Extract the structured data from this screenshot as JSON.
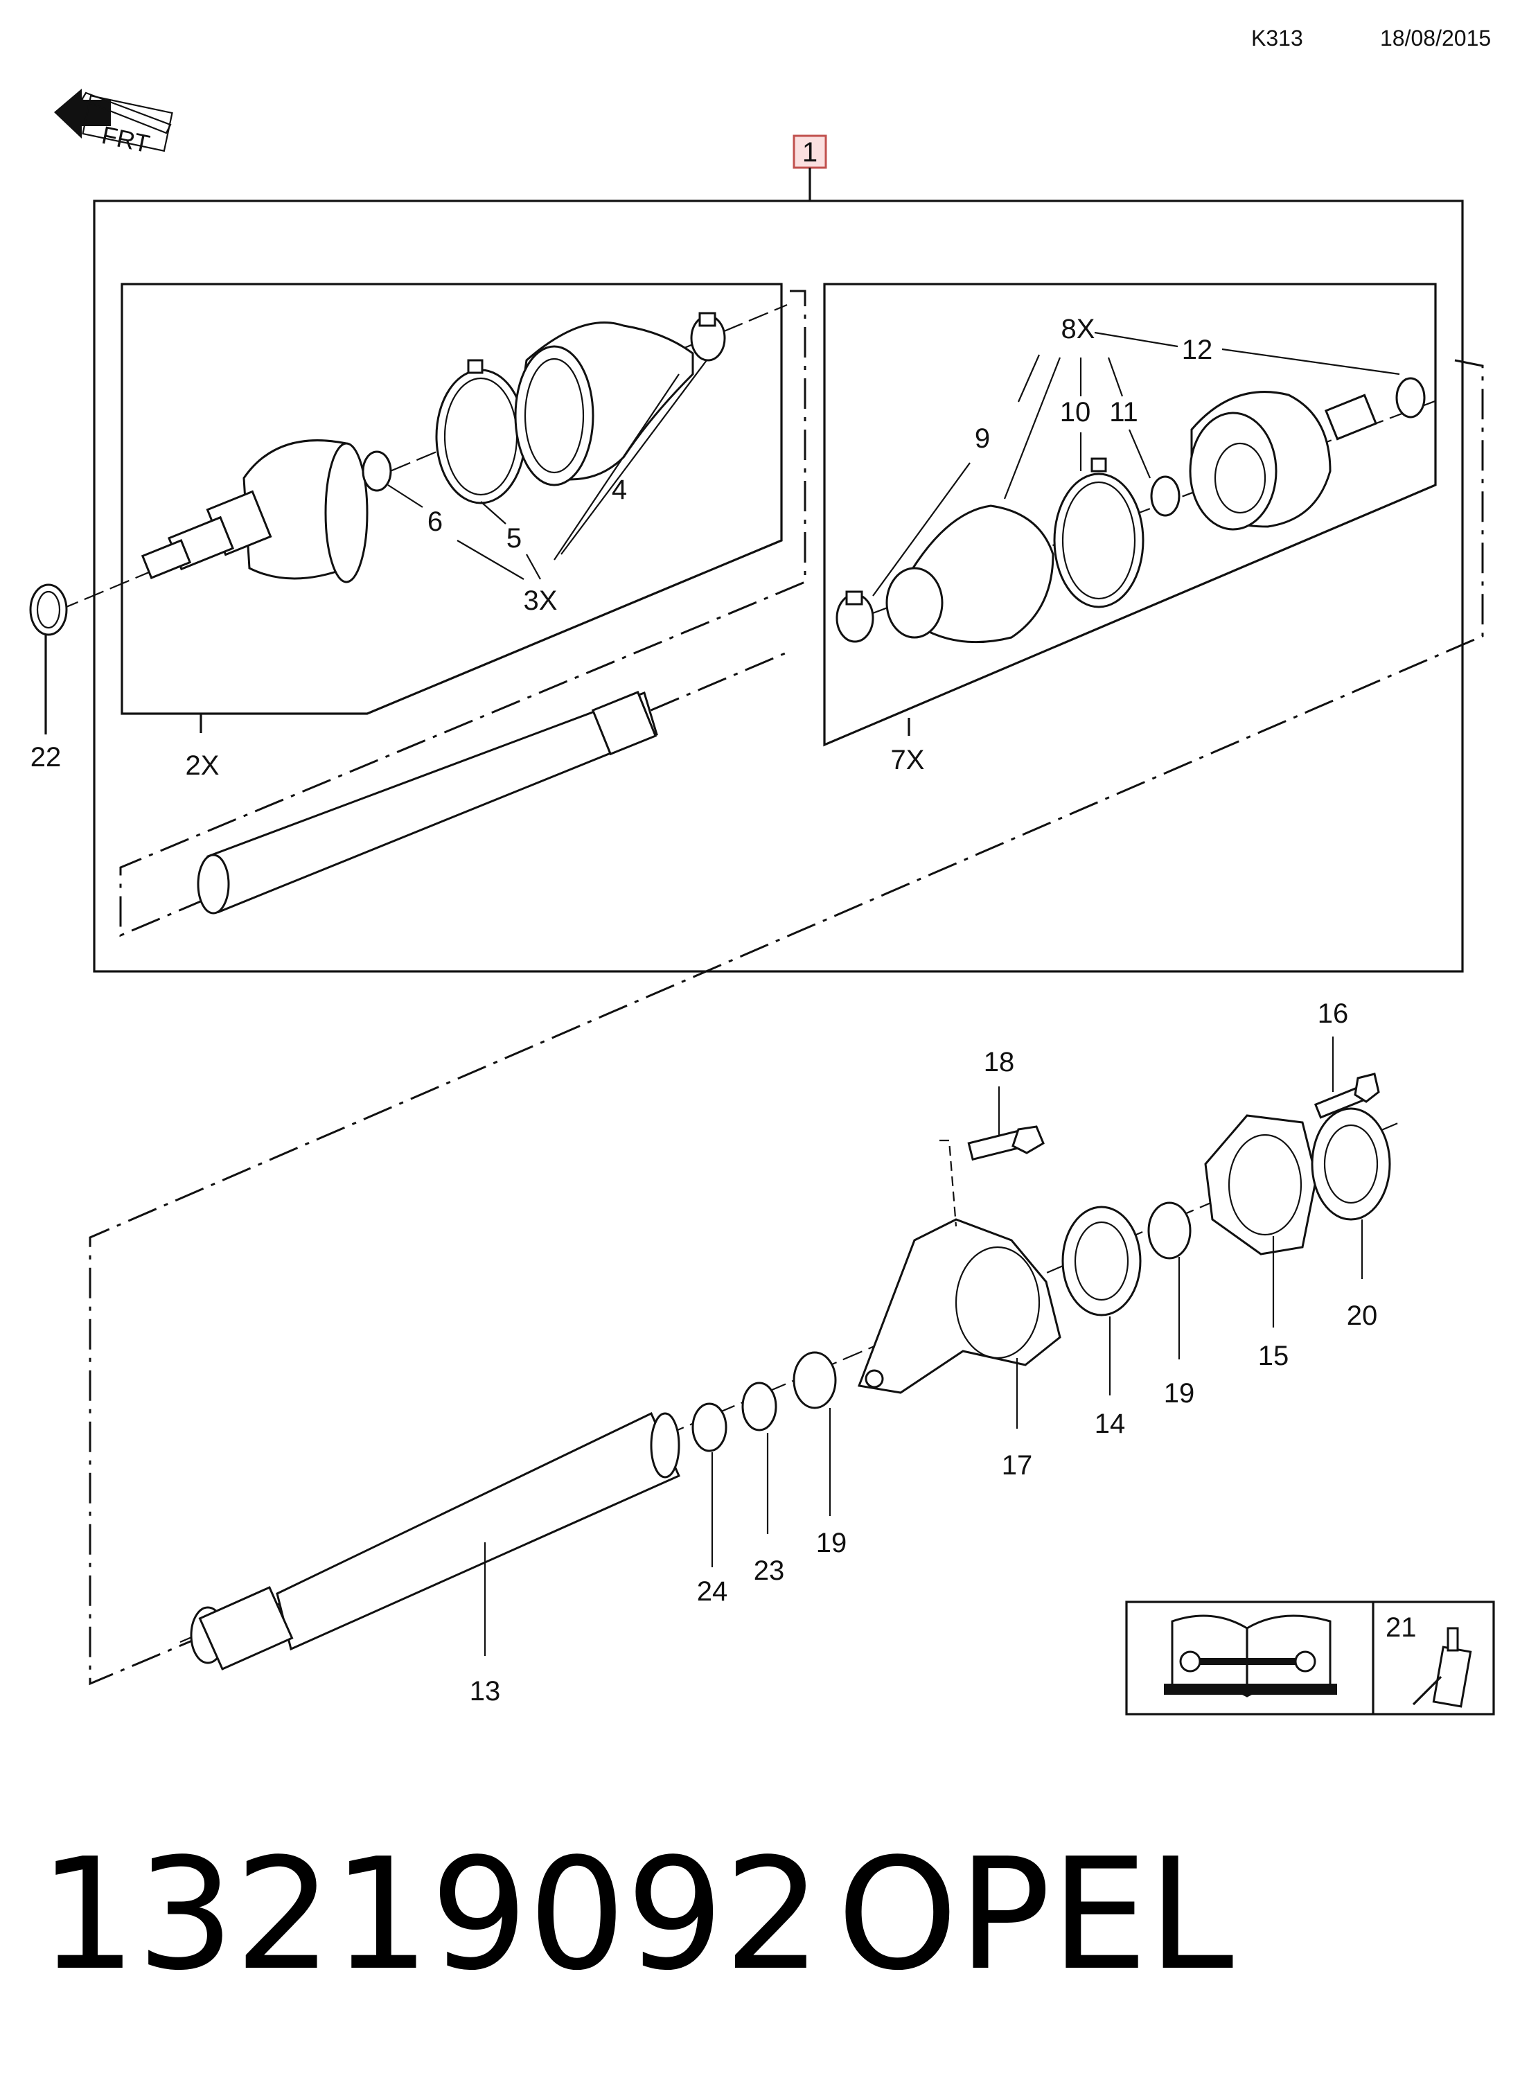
{
  "header": {
    "code": "K313",
    "date": "18/08/2015"
  },
  "orientation_marker": {
    "text": "FRT",
    "icon": "front-arrow-icon"
  },
  "assembly": {
    "callout": "1"
  },
  "callouts": {
    "c2X": "2X",
    "c3X": "3X",
    "c4": "4",
    "c5": "5",
    "c6": "6",
    "c7X": "7X",
    "c8X": "8X",
    "c9": "9",
    "c10": "10",
    "c11": "11",
    "c12": "12",
    "c13": "13",
    "c14": "14",
    "c15": "15",
    "c16": "16",
    "c17": "17",
    "c18": "18",
    "c19a": "19",
    "c19b": "19",
    "c20": "20",
    "c22": "22",
    "c23": "23",
    "c24": "24"
  },
  "legend": {
    "item_number": "21",
    "manual_icon": "service-manual-icon",
    "adhesive_icon": "adhesive-tube-icon"
  },
  "footer": {
    "part_number": "13219092",
    "brand": "OPEL"
  }
}
